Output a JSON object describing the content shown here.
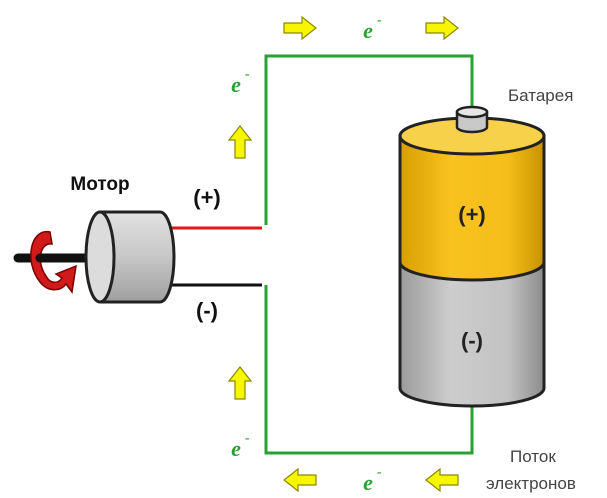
{
  "diagram": {
    "motor_label": "Мотор",
    "battery_label": "Батарея",
    "flow_label_line1": "Поток",
    "flow_label_line2": "электронов",
    "motor_plus": "(+)",
    "motor_minus": "(-)",
    "battery_plus": "(+)",
    "battery_minus": "(-)",
    "electron_symbol": "e",
    "electron_charge": "-"
  },
  "colors": {
    "wire": "#2aa033",
    "arrow_fill": "#f7f500",
    "arrow_stroke": "#8a8a00",
    "battery_top": "#f6c21b",
    "battery_bottom": "#bdbdbd",
    "motor_body": "#c8c8c8",
    "positive_lead": "#e01818",
    "negative_lead": "#111111",
    "rotation_arrow": "#d11a1a"
  }
}
